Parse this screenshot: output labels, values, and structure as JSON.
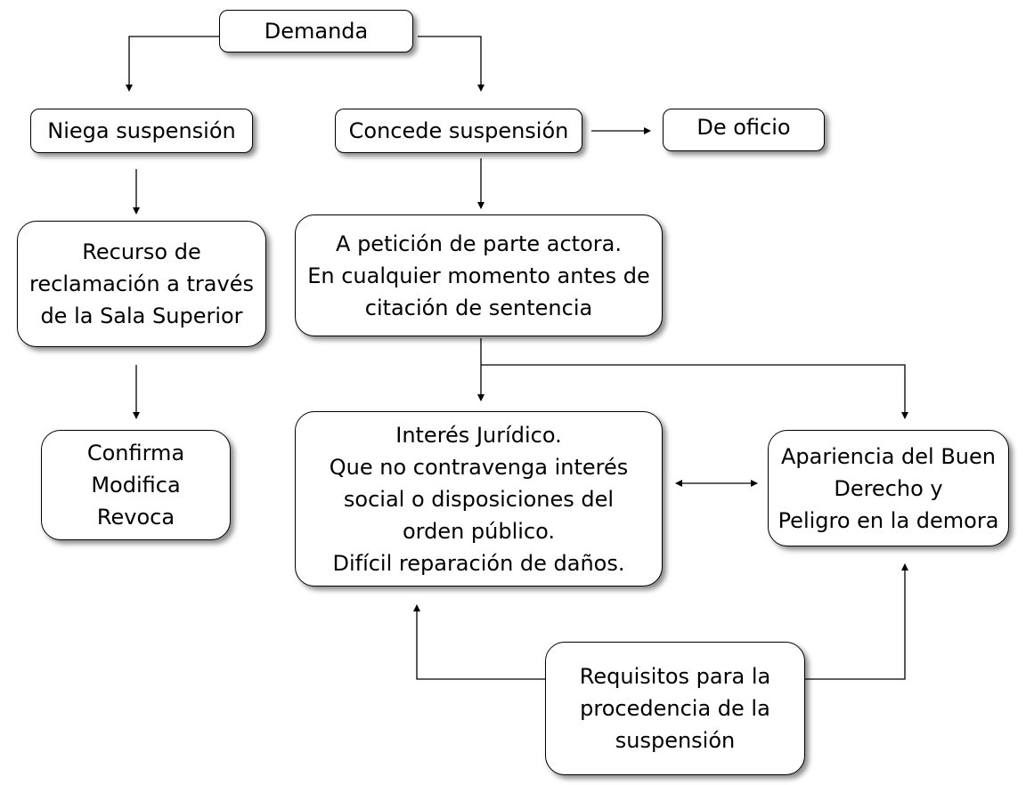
{
  "nodes": {
    "demanda": {
      "lines": [
        "Demanda"
      ]
    },
    "niega": {
      "lines": [
        "Niega suspensión"
      ]
    },
    "concede": {
      "lines": [
        "Concede suspensión"
      ]
    },
    "oficio": {
      "lines": [
        "De oficio"
      ]
    },
    "recurso": {
      "lines": [
        "Recurso de",
        "reclamación a través",
        "de la Sala Superior"
      ]
    },
    "peticion": {
      "lines": [
        "A petición de parte actora.",
        "En cualquier momento antes de",
        "citación de sentencia"
      ]
    },
    "confirma": {
      "lines": [
        "Confirma",
        "Modifica",
        "Revoca"
      ]
    },
    "interes": {
      "lines": [
        "Interés Jurídico.",
        "Que no contravenga interés",
        "social o disposiciones del",
        "orden público.",
        "Difícil reparación de daños."
      ]
    },
    "apariencia": {
      "lines": [
        "Apariencia del Buen",
        "Derecho y",
        "Peligro en la demora"
      ]
    },
    "requisitos": {
      "lines": [
        "Requisitos para la",
        "procedencia de la",
        "suspensión"
      ]
    }
  },
  "colors": {
    "line": "#000000",
    "box_border": "#000000",
    "box_fill": "#ffffff"
  }
}
